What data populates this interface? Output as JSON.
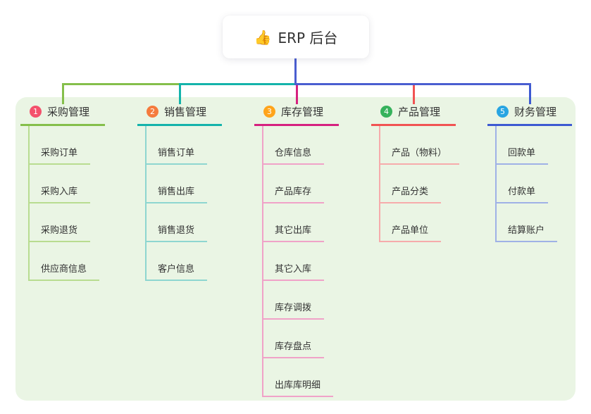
{
  "root": {
    "title": "ERP 后台",
    "icon_glyph": "👍",
    "connector_color": "#4a5ed0"
  },
  "panel": {
    "background": "#eaf5e4"
  },
  "text_color": "#333333",
  "branches": [
    {
      "badge": "1",
      "badge_color": "#f4516c",
      "label": "采购管理",
      "line_color": "#85bf4b",
      "child_line_color": "#b8dc90",
      "children": [
        "采购订单",
        "采购入库",
        "采购退货",
        "供应商信息"
      ]
    },
    {
      "badge": "2",
      "badge_color": "#f57b3d",
      "label": "销售管理",
      "line_color": "#14b3ab",
      "child_line_color": "#8ed6d0",
      "children": [
        "销售订单",
        "销售出库",
        "销售退货",
        "客户信息"
      ]
    },
    {
      "badge": "3",
      "badge_color": "#ffa41b",
      "label": "库存管理",
      "line_color": "#d6217f",
      "child_line_color": "#f0a2c8",
      "children": [
        "仓库信息",
        "产品库存",
        "其它出库",
        "其它入库",
        "库存调拨",
        "库存盘点",
        "出库库明细"
      ]
    },
    {
      "badge": "4",
      "badge_color": "#36b25c",
      "label": "产品管理",
      "line_color": "#f15353",
      "child_line_color": "#f6abab",
      "children": [
        "产品（物料）",
        "产品分类",
        "产品单位"
      ]
    },
    {
      "badge": "5",
      "badge_color": "#28a5e2",
      "label": "财务管理",
      "line_color": "#3d5ad2",
      "child_line_color": "#9fb1e6",
      "children": [
        "回款单",
        "付款单",
        "结算账户"
      ]
    }
  ]
}
